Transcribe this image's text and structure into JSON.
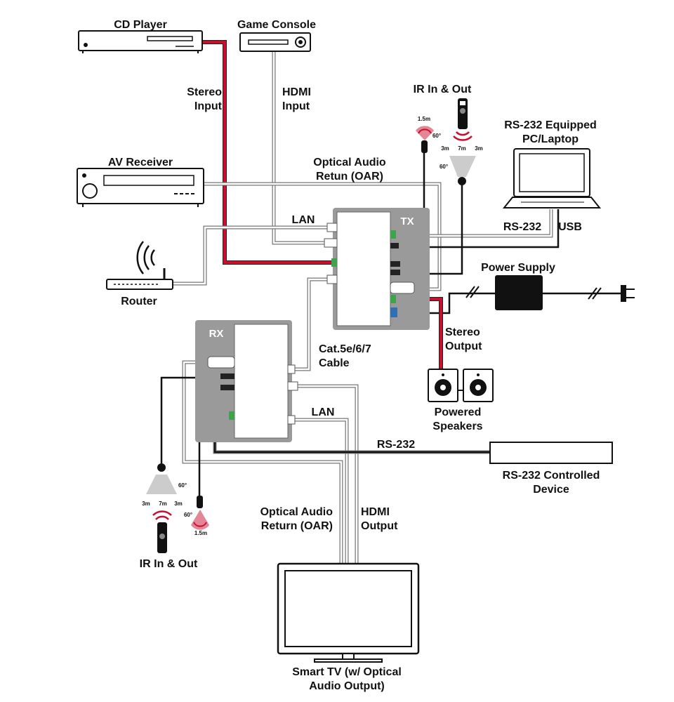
{
  "devices": {
    "cd_player": "CD Player",
    "game_console": "Game Console",
    "av_receiver": "AV Receiver",
    "router": "Router",
    "laptop_line1": "RS-232 Equipped",
    "laptop_line2": "PC/Laptop",
    "power_supply": "Power Supply",
    "speakers_line1": "Powered",
    "speakers_line2": "Speakers",
    "rs232_device_line1": "RS-232 Controlled",
    "rs232_device_line2": "Device",
    "tv_line1": "Smart TV (w/ Optical",
    "tv_line2": "Audio Output)",
    "tx_label": "TX",
    "rx_label": "RX"
  },
  "cables": {
    "stereo_input_line1": "Stereo",
    "stereo_input_line2": "Input",
    "hdmi_input_line1": "HDMI",
    "hdmi_input_line2": "Input",
    "oar_top_line1": "Optical Audio",
    "oar_top_line2": "Retun (OAR)",
    "lan_top": "LAN",
    "rs232_top": "RS-232",
    "usb": "USB",
    "stereo_output_line1": "Stereo",
    "stereo_output_line2": "Output",
    "cat_line1": "Cat.5e/6/7",
    "cat_line2": "Cable",
    "lan_bottom": "LAN",
    "rs232_bottom": "RS-232",
    "oar_bottom_line1": "Optical Audio",
    "oar_bottom_line2": "Return (OAR)",
    "hdmi_output_line1": "HDMI",
    "hdmi_output_line2": "Output"
  },
  "ir": {
    "top_label": "IR In & Out",
    "bottom_label": "IR In & Out",
    "top_sensor_range": "1.5m",
    "top_sensor_angle": "60°",
    "top_blaster_left": "3m",
    "top_blaster_mid": "7m",
    "top_blaster_right": "3m",
    "top_blaster_angle": "60°",
    "bottom_blaster_left": "3m",
    "bottom_blaster_mid": "7m",
    "bottom_blaster_right": "3m",
    "bottom_blaster_angle": "60°",
    "bottom_sensor_angle": "60°",
    "bottom_sensor_range": "1.5m"
  },
  "colors": {
    "audio_cable": "#c8102e",
    "unit_housing": "#9a9a9a",
    "network_cable": "#777777",
    "signal_waves": "#c8102e"
  }
}
